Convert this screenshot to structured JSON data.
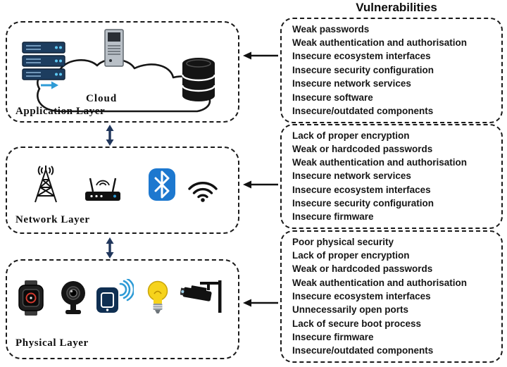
{
  "title": "Vulnerabilities",
  "layers": [
    {
      "label": "Application  Layer",
      "cloud_label": "Cloud",
      "icons": [
        "server-rack-icon",
        "tower-server-icon",
        "cloud-icon",
        "database-icon",
        "upload-arrow-icon"
      ]
    },
    {
      "label": "Network Layer",
      "icons": [
        "cell-tower-icon",
        "router-icon",
        "bluetooth-icon",
        "wifi-icon"
      ]
    },
    {
      "label": "Physical Layer",
      "icons": [
        "smartwatch-icon",
        "webcam-icon",
        "nfc-reader-icon",
        "lightbulb-icon",
        "cctv-camera-icon"
      ]
    }
  ],
  "vuln_groups": [
    {
      "items": [
        "Weak passwords",
        "Weak authentication and authorisation",
        "Insecure ecosystem interfaces",
        "Insecure security configuration",
        "Insecure network services",
        "Insecure software",
        "Insecure/outdated  components"
      ]
    },
    {
      "items": [
        "Lack of proper  encryption",
        "Weak or hardcoded  passwords",
        "Weak authentication  and  authorisation",
        "Insecure network  services",
        "Insecure ecosystem  interfaces",
        "Insecure security  configuration",
        "Insecure firmware"
      ]
    },
    {
      "items": [
        "Poor physical security",
        "Lack of proper  encryption",
        "Weak or hardcoded  passwords",
        "Weak authentication  and  authorisation",
        "Insecure ecosystem  interfaces",
        "Unnecessarily open ports",
        "Lack of secure boot process",
        "Insecure firmware",
        "Insecure/outdated  components"
      ]
    }
  ],
  "colors": {
    "outline": "#1a1a1a",
    "arrow_black": "#111111",
    "arrow_navy": "#20365c",
    "bluetooth_blue": "#1d78cf",
    "signal_blue": "#2e9bd6",
    "bulb_yellow": "#f6d31c"
  }
}
